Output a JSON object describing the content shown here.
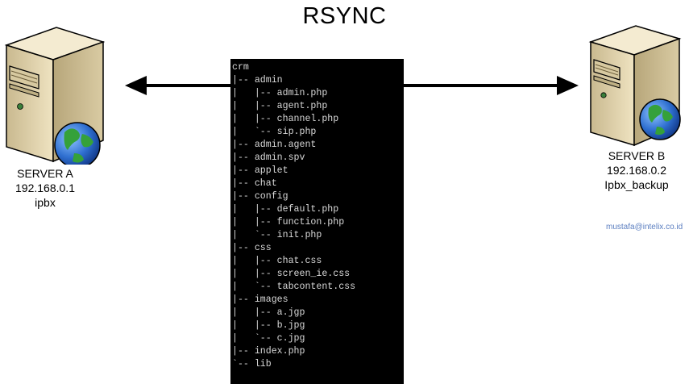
{
  "title": "RSYNC",
  "server_a": {
    "name": "SERVER A",
    "ip": "192.168.0.1",
    "host": "ipbx"
  },
  "server_b": {
    "name": "SERVER B",
    "ip": "192.168.0.2",
    "host": "Ipbx_backup"
  },
  "terminal": {
    "lines": [
      "crm",
      "|-- admin",
      "|   |-- admin.php",
      "|   |-- agent.php",
      "|   |-- channel.php",
      "|   `-- sip.php",
      "|-- admin.agent",
      "|-- admin.spv",
      "|-- applet",
      "|-- chat",
      "|-- config",
      "|   |-- default.php",
      "|   |-- function.php",
      "|   `-- init.php",
      "|-- css",
      "|   |-- chat.css",
      "|   |-- screen_ie.css",
      "|   `-- tabcontent.css",
      "|-- images",
      "|   |-- a.jgp",
      "|   |-- b.jpg",
      "|   `-- c.jpg",
      "|-- index.php",
      "`-- lib"
    ]
  },
  "watermark": "mustafa@intelix.co.id"
}
